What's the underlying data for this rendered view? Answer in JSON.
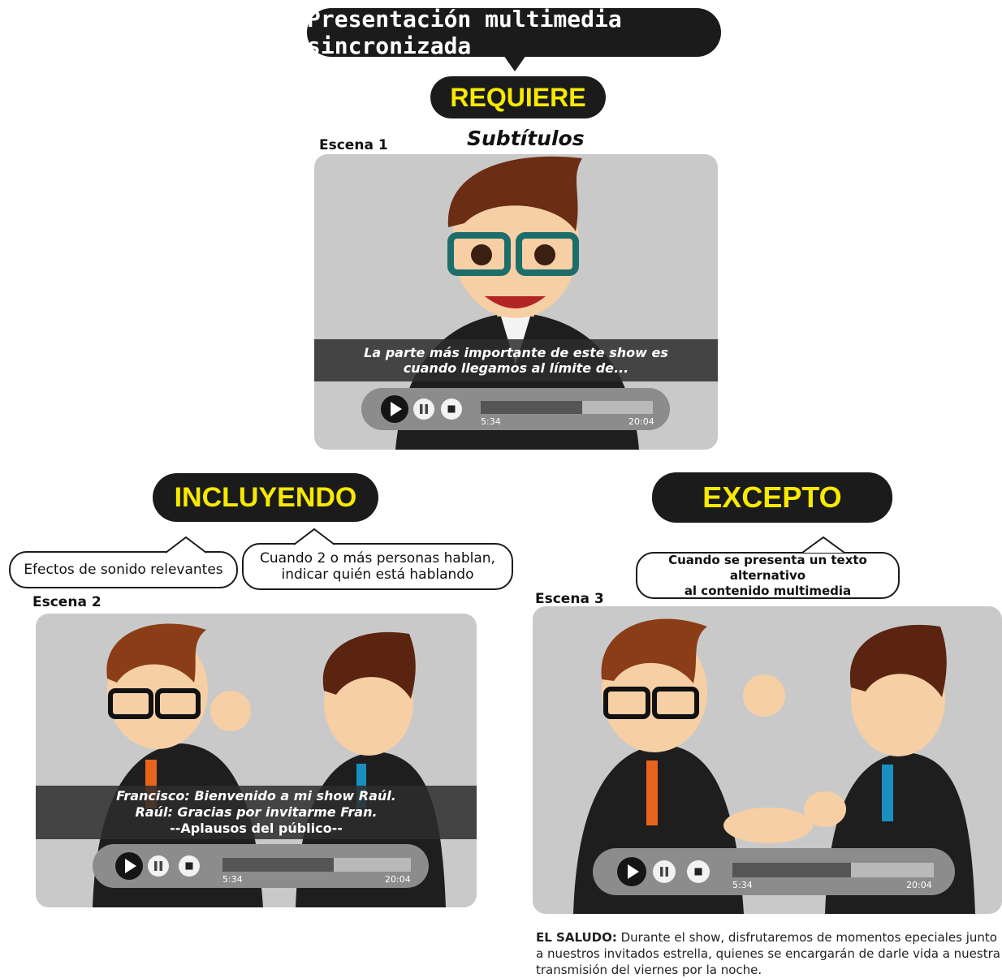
{
  "title": "Presentación multimedia sincronizada",
  "requires_label": "REQUIERE",
  "requires_subtitle": "Subtítulos",
  "scene1": {
    "label": "Escena 1",
    "caption": [
      "La parte más importante de este show es",
      "cuando llegamos al límite de..."
    ],
    "time_elapsed": "5:34",
    "time_total": "20:04",
    "progress": 0.59
  },
  "including": {
    "label": "INCLUYENDO",
    "bubbles": [
      "Efectos de sonido relevantes",
      "Cuando 2 o más personas hablan,",
      "indicar quién está hablando"
    ]
  },
  "scene2": {
    "label": "Escena 2",
    "caption": [
      "Francisco: Bienvenido a mi show Raúl.",
      "Raúl: Gracias por invitarme Fran.",
      "--Aplausos del público--"
    ],
    "time_elapsed": "5:34",
    "time_total": "20:04",
    "progress": 0.59
  },
  "except": {
    "label": "EXCEPTO",
    "bubble": [
      "Cuando se presenta un texto alternativo",
      "al contenido multimedia"
    ]
  },
  "scene3": {
    "label": "Escena 3",
    "time_elapsed": "5:34",
    "time_total": "20:04",
    "progress": 0.59,
    "description_bold": "EL SALUDO:",
    "description_text": " Durante el show, disfrutaremos de momentos epeciales junto a nuestros invitados estrella, quienes se encargarán de darle vida a nuestra transmisión del viernes por la noche."
  },
  "colors": {
    "accent_yellow": "#f7ea00",
    "pill_dark": "#1b1b1b",
    "frame_gray": "#c9c9c9"
  }
}
